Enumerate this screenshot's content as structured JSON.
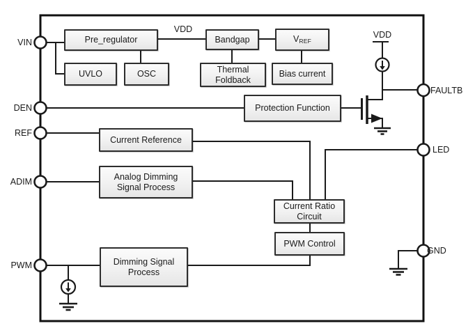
{
  "diagram_type": "ic-functional-block-diagram",
  "blocks": {
    "pre_regulator": "Pre_regulator",
    "uvlo": "UVLO",
    "osc": "OSC",
    "bandgap": "Bandgap",
    "vref_main": "V",
    "vref_sub": "REF",
    "thermal_foldback": "Thermal Foldback",
    "bias_current": "Bias current",
    "protection_function": "Protection Function",
    "current_reference": "Current Reference",
    "analog_dimming_signal_process": "Analog Dimming Signal Process",
    "current_ratio_circuit": "Current Ratio Circuit",
    "pwm_control": "PWM Control",
    "dimming_signal_process": "Dimming Signal Process"
  },
  "pins": {
    "vin": "VIN",
    "den": "DEN",
    "ref": "REF",
    "adim": "ADIM",
    "pwm": "PWM",
    "faultb": "FAULTB",
    "led": "LED",
    "gnd": "GND"
  },
  "net_labels": {
    "vdd_internal": "VDD",
    "vdd_supply": "VDD"
  },
  "symbols": [
    "current-source-top",
    "current-source-pwm",
    "nmos-transistor",
    "ground-mosfet",
    "ground-gnd-pin",
    "ground-pwm"
  ],
  "colors": {
    "background": "#ffffff",
    "wire": "#1a1a1a",
    "box_border": "#2d2d2d",
    "box_fill": "#f1f1f1",
    "text": "#1a1a1a"
  }
}
